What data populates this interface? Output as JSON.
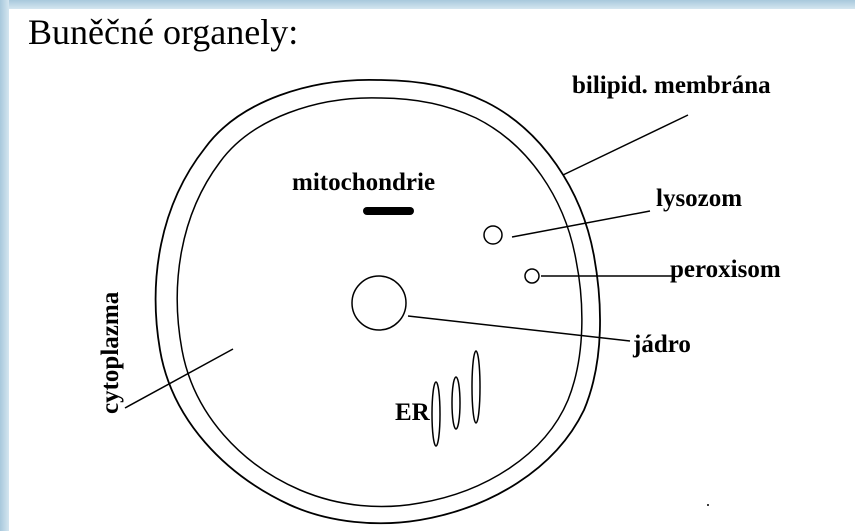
{
  "title": "Buněčné organely:",
  "labels": {
    "membrane": "bilipid. membrána",
    "mitochondria": "mitochondrie",
    "lysosome": "lysozom",
    "peroxisome": "peroxisom",
    "nucleus": "jádro",
    "cytoplasm": "cytoplazma",
    "er": "ER"
  },
  "colors": {
    "ink": "#000000",
    "background": "#ffffff",
    "frame": "#a8c8dc"
  }
}
